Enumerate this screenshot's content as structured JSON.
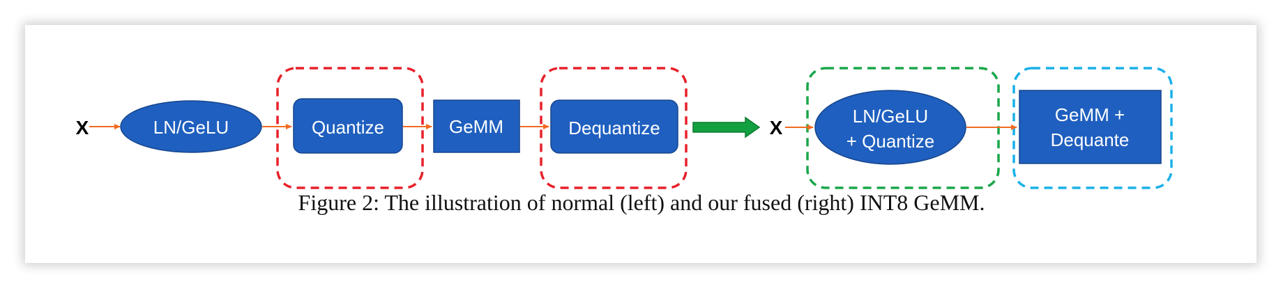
{
  "diagram": {
    "input_label": "X",
    "left_pipeline": {
      "ln_gelu": "LN/GeLU",
      "quantize": "Quantize",
      "gemm": "GeMM",
      "dequantize": "Dequantize"
    },
    "right_pipeline": {
      "ln_gelu_quantize_line1": "LN/GeLU",
      "ln_gelu_quantize_line2": "+ Quantize",
      "gemm_dequant_line1": "GeMM +",
      "gemm_dequant_line2": "Dequante"
    },
    "colors": {
      "box_fill": "#1f5fbf",
      "box_stroke": "#16458c",
      "arrow": "#f26b22",
      "red_dash": "#e8202a",
      "green_dash": "#1aa64a",
      "cyan_dash": "#1ab0e8",
      "transition_arrow": "#13a040"
    }
  },
  "caption": "Figure 2: The illustration of normal (left) and our fused (right) INT8 GeMM."
}
